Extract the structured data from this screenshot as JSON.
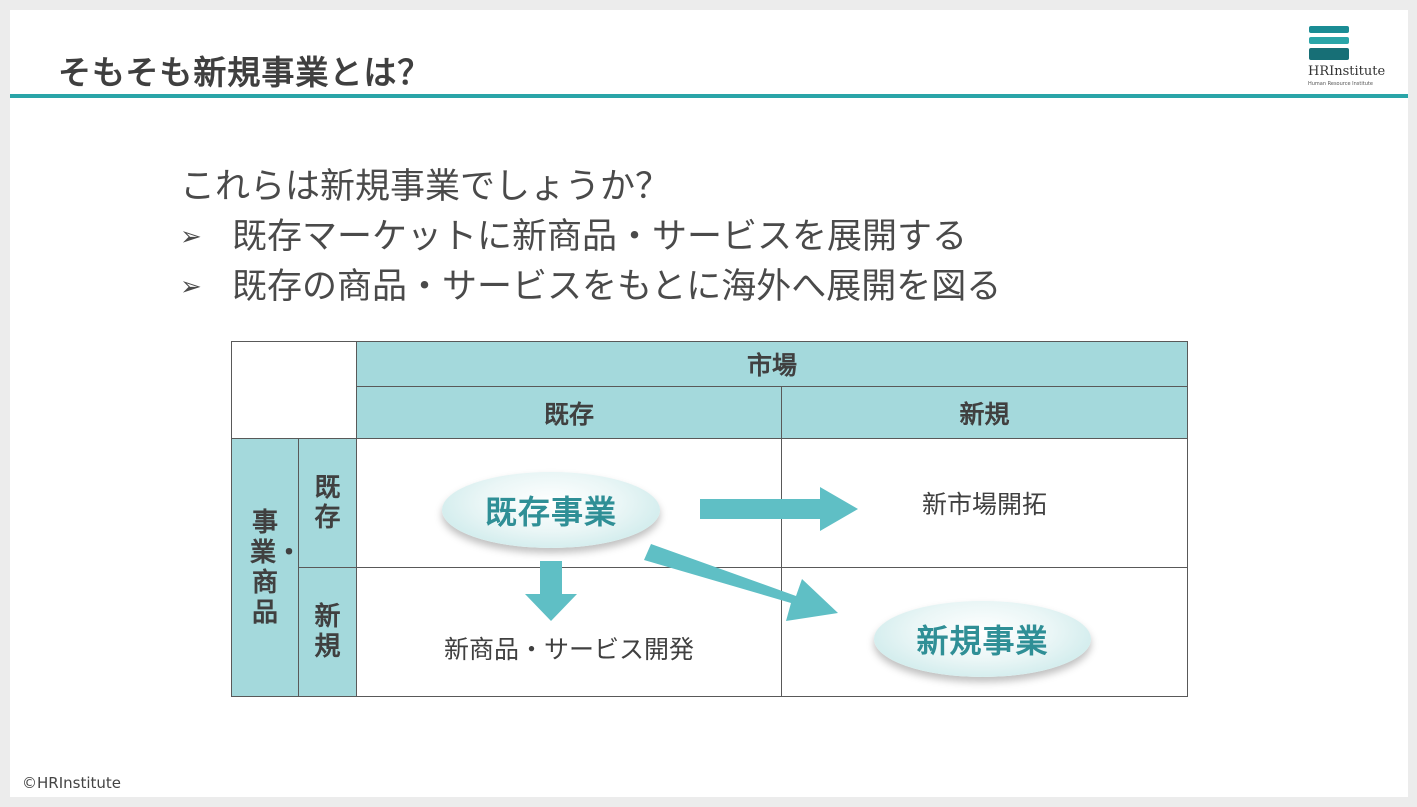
{
  "title": "そもそも新規事業とは？",
  "logo": {
    "name": "HRInstitute",
    "subtitle": "Human Resource Institute"
  },
  "question": "これらは新規事業でしょうか？",
  "bullets": [
    {
      "mark": "➢",
      "text": "既存マーケットに新商品・サービスを展開する"
    },
    {
      "mark": "➢",
      "text": "既存の商品・サービスをもとに海外へ展開を図る"
    }
  ],
  "matrix": {
    "market_header": "市場",
    "col_existing": "既存",
    "col_new": "新規",
    "row_group": "事業・商品",
    "row_existing": "既存",
    "row_new": "新規",
    "cell_existing_existing": "既存事業",
    "cell_existing_new": "新市場開拓",
    "cell_new_existing": "新商品・サービス開発",
    "cell_new_new": "新規事業"
  },
  "colors": {
    "accent": "#2aa5a8",
    "header_fill": "#a4d9dc",
    "arrow": "#5fbfc5"
  },
  "footer": "©HRInstitute"
}
